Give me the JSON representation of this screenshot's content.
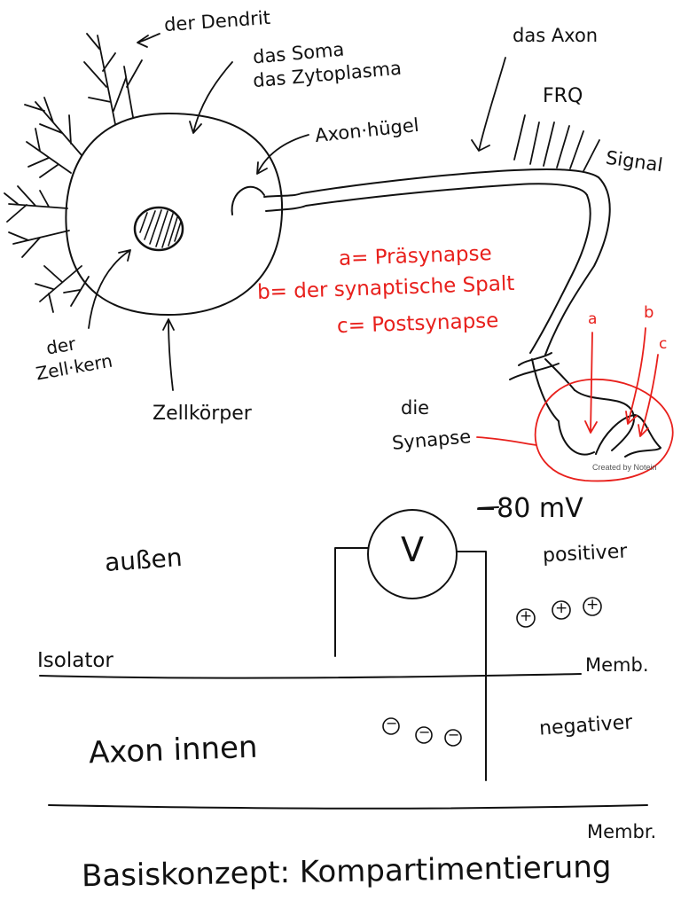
{
  "neuron": {
    "dendrit": "der Dendrit",
    "soma": "das Soma",
    "zytoplasma": "das Zytoplasma",
    "axon": "das Axon",
    "axonhuegel": "Axon·hügel",
    "frq": "FRQ",
    "signal": "Signal",
    "zellkern_1": "der",
    "zellkern_2": "Zell·kern",
    "zellkoerper": "Zellkörper",
    "synapse_1": "die",
    "synapse_2": "Synapse"
  },
  "legend": {
    "a": "a= Präsynapse",
    "b": "b= der synaptische Spalt",
    "c": "c= Postsynapse",
    "mark_a": "a",
    "mark_b": "b",
    "mark_c": "c"
  },
  "watermark": "Created by Notein",
  "potential": {
    "voltage": "−80 mV",
    "meter": "V",
    "aussen": "außen",
    "positiver": "positiver",
    "plus_1": "+",
    "plus_2": "+",
    "plus_3": "+",
    "isolator": "Isolator",
    "memb_1": "Memb.",
    "axon_innen": "Axon innen",
    "negativer": "negativer",
    "minus_1": "−",
    "minus_2": "−",
    "minus_3": "−",
    "memb_2": "Membr."
  },
  "footer": "Basiskonzept: Kompartimentierung",
  "colors": {
    "ink": "#111111",
    "accent": "#e8201c"
  }
}
